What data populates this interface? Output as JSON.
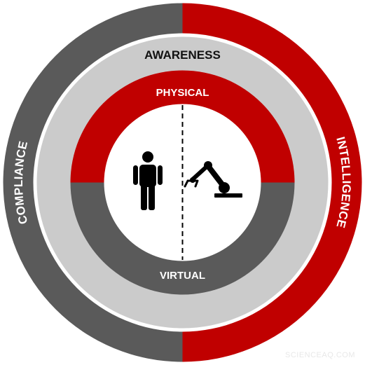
{
  "labels": {
    "awareness": "AWARENESS",
    "physical": "PHYSICAL",
    "virtual": "VIRTUAL",
    "compliance": "COMPLIANCE",
    "intelligence": "INTELLIGENCE"
  },
  "icons": {
    "human": "person-icon",
    "robot": "robotic-arm-icon"
  },
  "colors": {
    "red": "#c00000",
    "dark_gray": "#5a5a5a",
    "light_gray": "#cbcbcb",
    "white": "#ffffff",
    "black": "#000000"
  },
  "watermark": "SCIENCEAQ.COM"
}
